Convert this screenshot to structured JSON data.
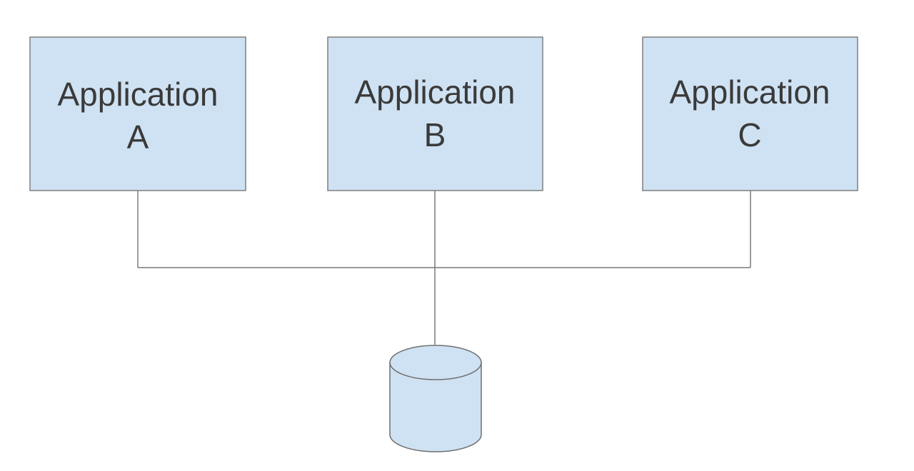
{
  "colors": {
    "box_fill": "#cfe2f3",
    "database_fill": "#cfe2f3"
  },
  "applications": [
    {
      "line1": "Application",
      "line2": "A"
    },
    {
      "line1": "Application",
      "line2": "B"
    },
    {
      "line1": "Application",
      "line2": "C"
    }
  ],
  "database": {
    "icon": "database-cylinder-icon"
  }
}
